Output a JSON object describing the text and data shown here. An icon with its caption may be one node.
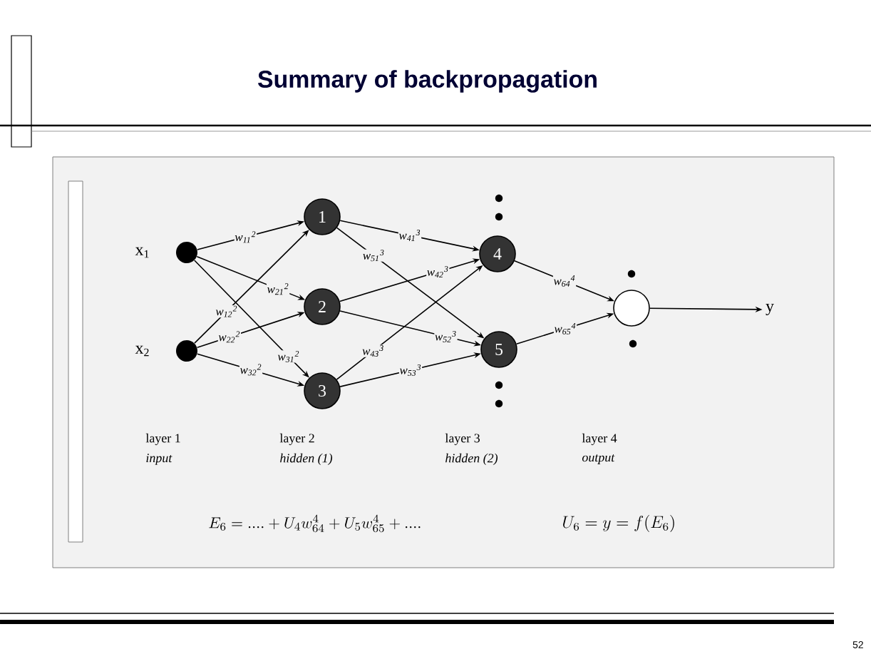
{
  "diagram": {
    "title": "Summary of  backpropagation",
    "nodes": [
      {
        "text": [],
        "shape": "circle",
        "beside": [
          "x$_{1}$"
        ]
      },
      {
        "text": [],
        "shape": "circle",
        "beside": [
          "x$_{2}$"
        ]
      },
      {
        "text": [
          "1"
        ]
      },
      {
        "text": [
          "2"
        ]
      },
      {
        "text": [
          "3"
        ]
      },
      {
        "text": [
          "4"
        ]
      },
      {
        "text": [
          "5"
        ]
      },
      {
        "text": [],
        "shape": "circle"
      },
      {
        "text": [
          "y"
        ]
      }
    ],
    "edges": [
      {
        "from": 0,
        "to": 2,
        "arrow": "to",
        "label": "w$_{11}$$^{2}$"
      },
      {
        "from": 0,
        "to": 3,
        "arrow": "to",
        "label": "w$_{21}$$^{2}$"
      },
      {
        "from": 0,
        "to": 4,
        "arrow": "to",
        "label": "w$_{31}$$^{2}$"
      },
      {
        "from": 1,
        "to": 2,
        "arrow": "to",
        "label": "w$_{12}$$^{2}$"
      },
      {
        "from": 1,
        "to": 3,
        "arrow": "to",
        "label": "w$_{22}$$^{2}$"
      },
      {
        "from": 1,
        "to": 4,
        "arrow": "to",
        "label": "w$_{32}$$^{2}$"
      },
      {
        "from": 2,
        "to": 5,
        "arrow": "to",
        "label": "w$_{41}$$^{3}$"
      },
      {
        "from": 2,
        "to": 6,
        "arrow": "to",
        "label": "w$_{51}$$^{3}$"
      },
      {
        "from": 3,
        "to": 5,
        "arrow": "to",
        "label": "w$_{42}$$^{3}$"
      },
      {
        "from": 3,
        "to": 6,
        "arrow": "to",
        "label": "w$_{52}$$^{3}$"
      },
      {
        "from": 4,
        "to": 5,
        "arrow": "to",
        "label": "w$_{43}$$^{3}$"
      },
      {
        "from": 4,
        "to": 6,
        "arrow": "to",
        "label": "w$_{53}$$^{3}$"
      },
      {
        "from": 5,
        "to": 7,
        "arrow": "to",
        "label": "w$_{64}$$^{4}$"
      },
      {
        "from": 6,
        "to": 7,
        "arrow": "to",
        "label": "w$_{65}$$^{4}$"
      },
      {
        "from": 7,
        "to": 8,
        "arrow": "to"
      }
    ],
    "labels": [
      "layer 1",
      "input",
      "layer 2",
      "hidden (1)",
      "layer 3",
      "hidden (2)",
      "layer 4",
      "output",
      "E_6 = .... + U_4 w_{64}^4 + U_5 w_{65}^4 + ....",
      "U_6 = y = f(E_6)",
      "52"
    ]
  }
}
